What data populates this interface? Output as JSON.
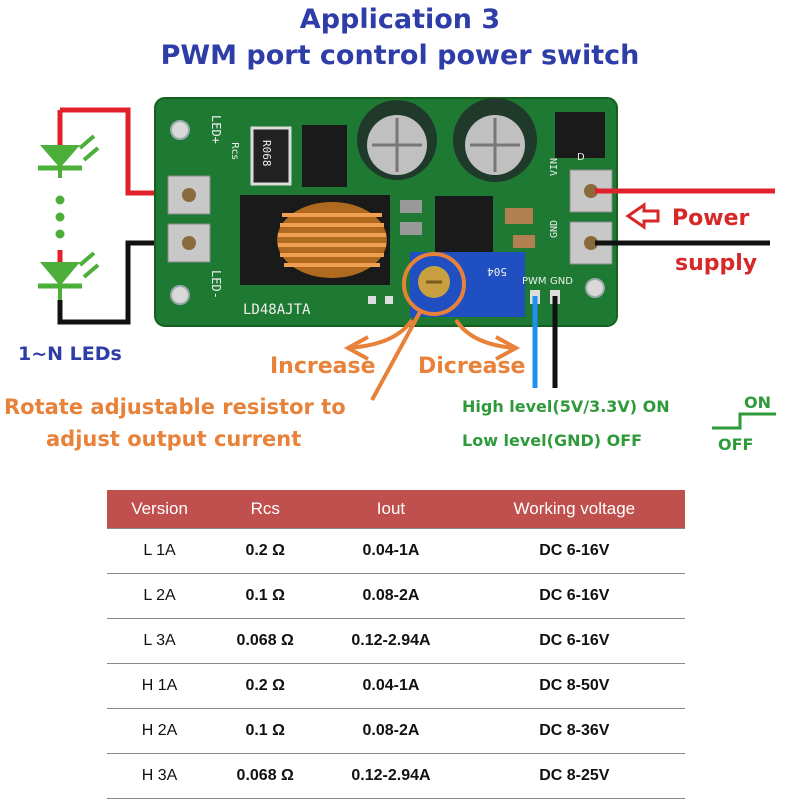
{
  "title": {
    "line1": "Application 3",
    "line2": "PWM port control power switch"
  },
  "board": {
    "label_led_plus": "LED+",
    "label_led_minus": "LED-",
    "label_rcs": "Rcs",
    "label_resistor": "R068",
    "label_model": "LD48AJTA",
    "label_pot": "504",
    "label_pwm": "PWM",
    "label_gnd": "GND",
    "label_vin": "VIN",
    "label_gnd_in": "GND",
    "label_d": "D"
  },
  "labels": {
    "leds": "1~N LEDs",
    "power_line1": "Power",
    "power_line2": "supply",
    "increase": "Increase",
    "decrease": "Dicrease",
    "rotate_line1": "Rotate adjustable resistor to",
    "rotate_line2": "adjust output current",
    "high_level": "High level(5V/3.3V) ON",
    "low_level": "Low level(GND) OFF",
    "on": "ON",
    "off": "OFF"
  },
  "colors": {
    "title": "#2e3da8",
    "orange": "#e8823a",
    "green_text": "#2e9a3a",
    "red_text": "#d62828",
    "table_header": "#c0504d",
    "wire_red": "#e0202a",
    "wire_black": "#111111",
    "wire_blue": "#1f8ff0",
    "pcb": "#1e7a32",
    "led_green": "#4caf3a"
  },
  "table": {
    "headers": [
      "Version",
      "Rcs",
      "Iout",
      "Working voltage"
    ],
    "rows": [
      [
        "L 1A",
        "0.2 Ω",
        "0.04-1A",
        "DC 6-16V"
      ],
      [
        "L 2A",
        "0.1 Ω",
        "0.08-2A",
        "DC 6-16V"
      ],
      [
        "L 3A",
        "0.068 Ω",
        "0.12-2.94A",
        "DC 6-16V"
      ],
      [
        "H 1A",
        "0.2 Ω",
        "0.04-1A",
        "DC 8-50V"
      ],
      [
        "H 2A",
        "0.1 Ω",
        "0.08-2A",
        "DC 8-36V"
      ],
      [
        "H 3A",
        "0.068 Ω",
        "0.12-2.94A",
        "DC 8-25V"
      ]
    ]
  }
}
